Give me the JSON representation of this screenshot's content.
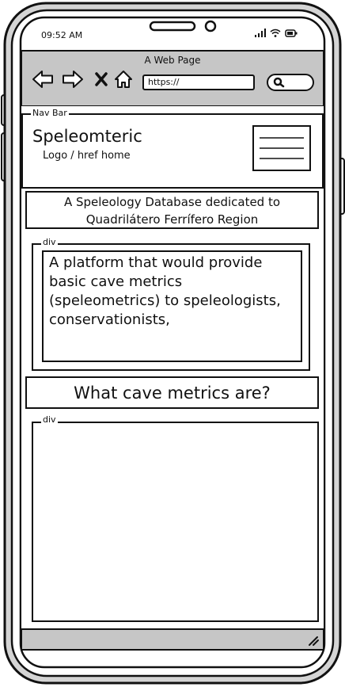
{
  "status_bar": {
    "time": "09:52 AM",
    "icons": [
      "signal-icon",
      "wifi-icon",
      "battery-icon"
    ]
  },
  "browser": {
    "title": "A Web Page",
    "url": "https://",
    "buttons": [
      "back-arrow-icon",
      "forward-arrow-icon",
      "close-x-icon",
      "home-icon"
    ]
  },
  "navbar": {
    "legend": "Nav Bar",
    "brand": "Speleomteric",
    "subtitle": "Logo / href home",
    "menu_icon": "hamburger-menu-icon"
  },
  "tagline": {
    "line1": "A Speleology Database dedicated to",
    "line2": "Quadrilátero Ferrífero Region"
  },
  "intro_section": {
    "legend": "div",
    "text": "A platform that would provide basic cave metrics (speleometrics) to speleologists, conservationists,"
  },
  "metrics_heading": "What cave metrics are?",
  "metrics_section": {
    "legend": "div"
  }
}
